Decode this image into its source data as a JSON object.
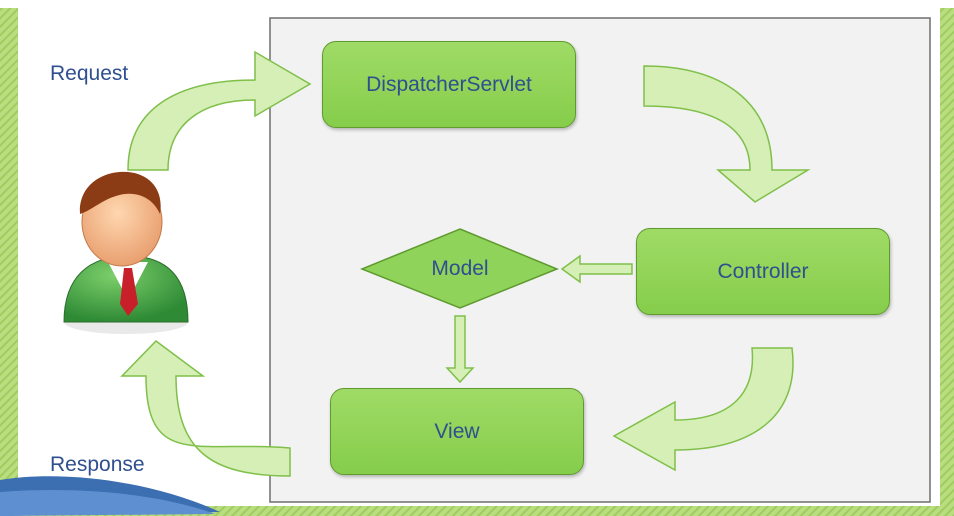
{
  "diagram": {
    "nodes": {
      "dispatcher": "DispatcherServlet",
      "controller": "Controller",
      "model": "Model",
      "view": "View"
    },
    "labels": {
      "request": "Request",
      "response": "Response"
    },
    "icons": {
      "user": "user-icon"
    }
  },
  "colors": {
    "box_fill": "#8fd35a",
    "box_border": "#5f9a2f",
    "arrow_fill": "#d6efb6",
    "arrow_stroke": "#7fbf4a",
    "text": "#2f4f8f",
    "panel_bg": "#f2f2f2",
    "frame_green": "#a8d36b"
  }
}
